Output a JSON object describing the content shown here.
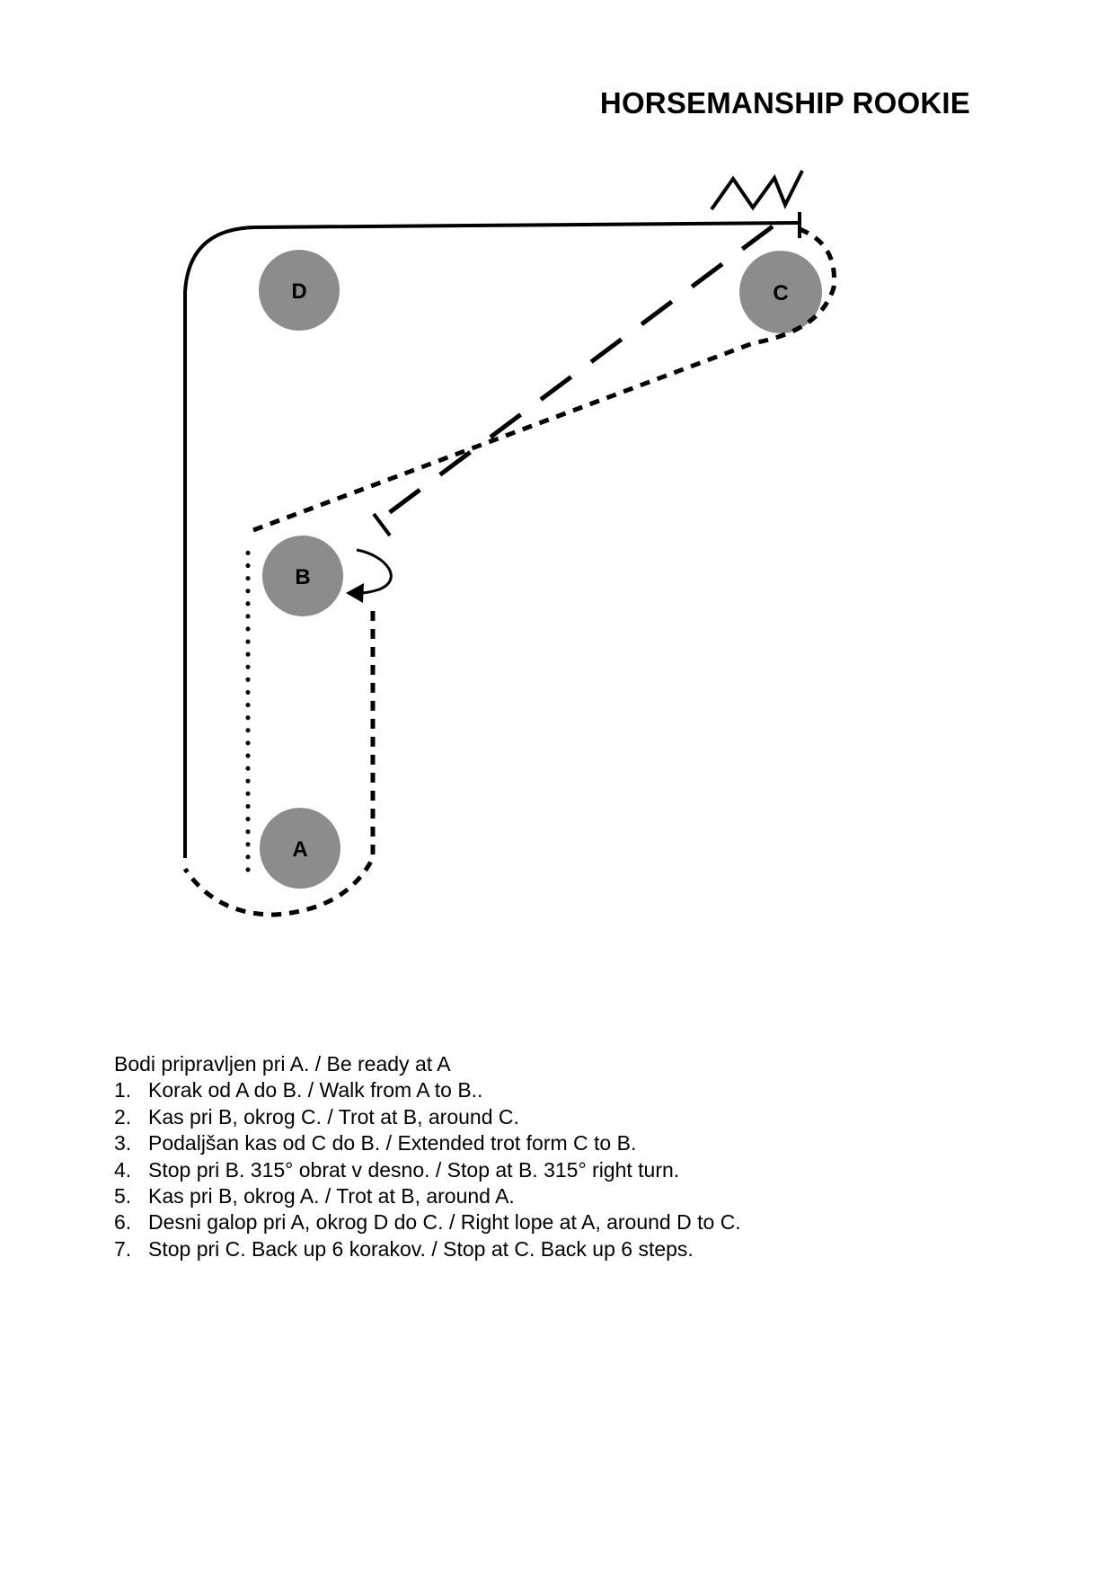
{
  "title": "HORSEMANSHIP ROOKIE",
  "cones": {
    "A": "A",
    "B": "B",
    "C": "C",
    "D": "D"
  },
  "colors": {
    "cone_fill": "#8c8c8c",
    "line": "#000000"
  },
  "instructions": {
    "intro": "Bodi pripravljen pri A. / Be ready at A",
    "steps": [
      {
        "num": "1.",
        "text": "Korak od A do B. / Walk from A to B.."
      },
      {
        "num": "2.",
        "text": "Kas pri B, okrog C. / Trot at B, around C."
      },
      {
        "num": "3.",
        "text": "Podaljšan kas od C do B. / Extended trot form C to B."
      },
      {
        "num": "4.",
        "text": "Stop pri B. 315° obrat v desno. / Stop at B. 315° right turn."
      },
      {
        "num": "5.",
        "text": "Kas pri B, okrog A. / Trot at B, around A."
      },
      {
        "num": "6.",
        "text": "Desni galop pri A, okrog D do C. / Right lope at A, around D to C."
      },
      {
        "num": "7.",
        "text": "Stop pri C. Back up 6 korakov. / Stop at C. Back up 6 steps."
      }
    ]
  }
}
